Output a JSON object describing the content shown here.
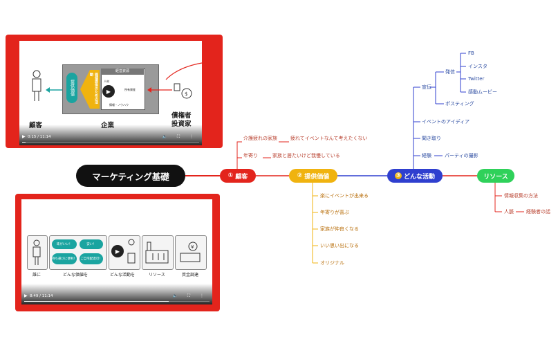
{
  "root": {
    "label": "マーケティング基礎"
  },
  "nodes": {
    "customer": {
      "num": "①",
      "label": "顧客"
    },
    "value": {
      "num": "②",
      "label": "提供価値"
    },
    "activity": {
      "num": "③",
      "label": "どんな活動"
    },
    "resource": {
      "label": "リソース"
    }
  },
  "customer_branches": [
    {
      "label": "介護疲れの家族",
      "child": "疲れてイベントなんて考えたくない"
    },
    {
      "label": "年寄り",
      "child": "家族と居たいけど我慢している"
    }
  ],
  "value_branches": [
    "楽にイベントが出来る",
    "年寄りが喜ぶ",
    "家族が仲良くなる",
    "いい思い出になる",
    "オリジナル"
  ],
  "activity_branches": {
    "ad": {
      "label": "宣伝",
      "sub_label": "発信",
      "sub_items": [
        "FB",
        "インスタ",
        "Twitter",
        "感動ムービー"
      ],
      "posting": "ポスティング"
    },
    "idea": "イベントのアイディア",
    "hearing": "聞き取り",
    "experience": {
      "label": "経験",
      "child": "パーティの撮影"
    }
  },
  "resource_branches": [
    {
      "label": "情報収集の方法"
    },
    {
      "label": "人脈",
      "child": "経験者の話"
    }
  ],
  "video1": {
    "time": "0:15 / 11:14",
    "progress": 0.02,
    "labels": {
      "customer": "顧客",
      "company": "企業",
      "investor_line1": "債権者",
      "investor_line2": "投資家",
      "resources_title": "経営資源",
      "value_box": "提供価値",
      "activity_arrow": "価値提供のための活動",
      "people": "人材",
      "assets": "所有資産",
      "info": "情報・ノウハウ"
    }
  },
  "video2": {
    "time": "8:49 / 11:14",
    "progress": 0.78,
    "captions": [
      "誰に",
      "どんな価値を",
      "どんな活動を",
      "リソース",
      "資金調達"
    ],
    "bubbles": [
      "味がいい！",
      "安い！",
      "持ち運びに便利！",
      "ご自宅配達可！"
    ]
  },
  "colors": {
    "red": "#e3241c",
    "orange": "#f0b30f",
    "blue": "#2f3fcf",
    "green": "#2fd15a",
    "root": "#111111"
  }
}
